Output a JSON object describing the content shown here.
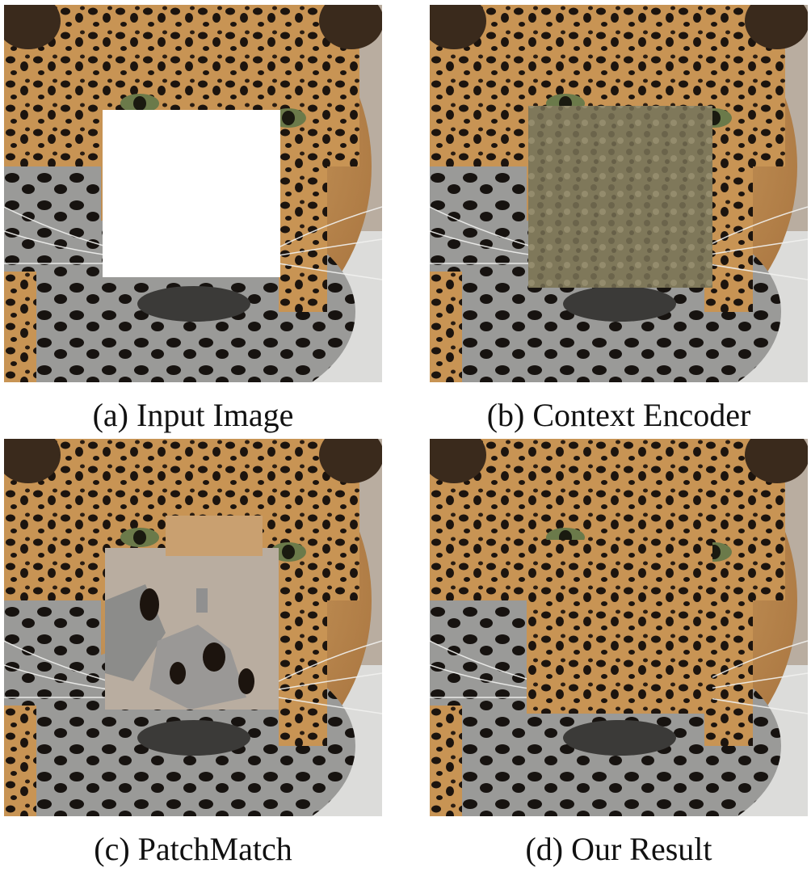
{
  "figure": {
    "panels": [
      {
        "id": "a",
        "caption": "(a) Input Image",
        "content": "jaguar face with a square region masked in white"
      },
      {
        "id": "b",
        "caption": "(b) Context Encoder",
        "content": "masked region filled with blurry texture"
      },
      {
        "id": "c",
        "caption": "(c) PatchMatch",
        "content": "masked region filled with mismatched copied patches"
      },
      {
        "id": "d",
        "caption": "(d) Our Result",
        "content": "masked region filled with coherent spot pattern"
      }
    ]
  },
  "colors": {
    "fur_gold": "#c89454",
    "fur_light": "#d9b07a",
    "spot_dark": "#1c140e",
    "muzzle_gray": "#8a8a88",
    "background_gray": "#b9ada0",
    "mask_white": "#ffffff",
    "context_encoder_fill": "#7a7256"
  }
}
